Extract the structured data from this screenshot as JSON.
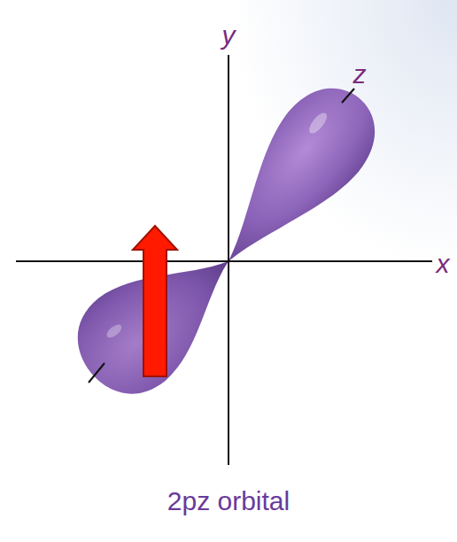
{
  "diagram": {
    "caption": "2pz orbital",
    "labels": [
      "y",
      "x",
      "z"
    ]
  }
}
